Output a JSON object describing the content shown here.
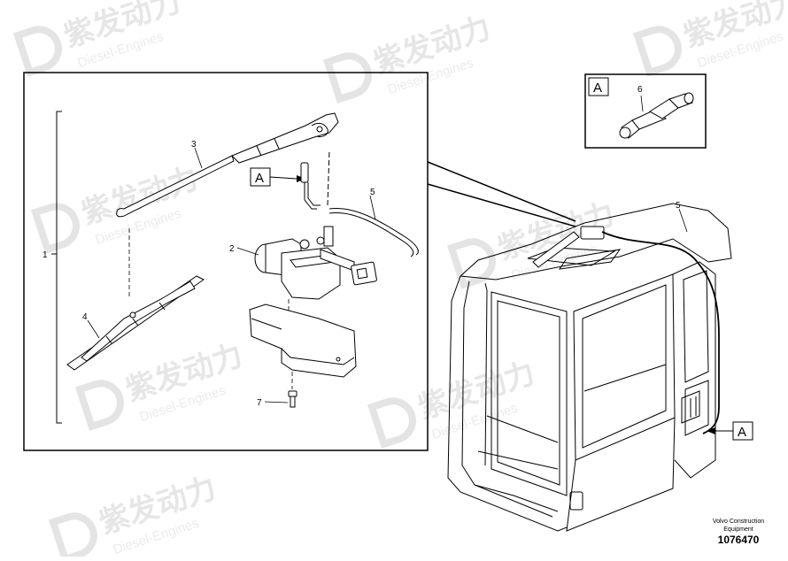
{
  "watermark": {
    "brand_cn": "紫发动力",
    "brand_en": "Diesel-Engines"
  },
  "callouts": {
    "c1": "1",
    "c2": "2",
    "c3": "3",
    "c4": "4",
    "c5": "5",
    "c6": "6",
    "c7": "7",
    "c5_cab": "5"
  },
  "view_labels": {
    "inset_box": "A",
    "main_ref": "A",
    "cab_ref": "A"
  },
  "footer": {
    "company_line1": "Volvo Construction",
    "company_line2": "Equipment",
    "document_number": "1076470"
  },
  "colors": {
    "line": "#000000",
    "watermark": "#e4e4e4"
  }
}
